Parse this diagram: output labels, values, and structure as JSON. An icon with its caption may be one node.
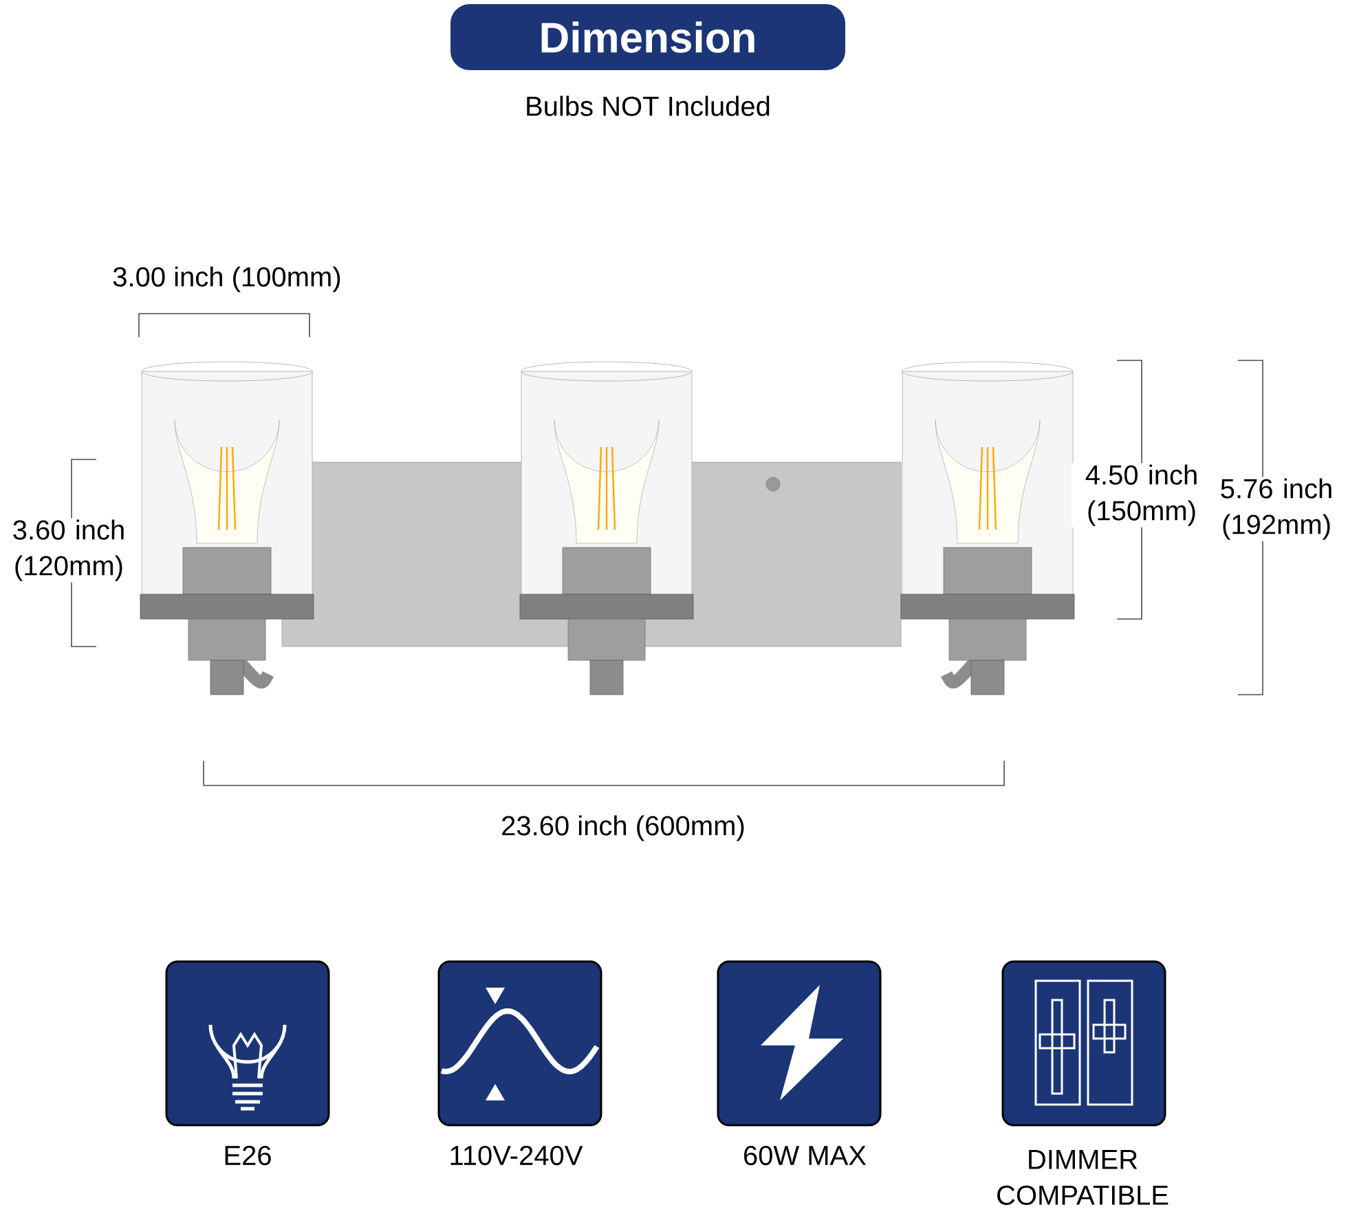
{
  "diagram": {
    "title": "Dimension",
    "labels": [
      "Bulbs NOT Included",
      "3.00 inch (100mm)",
      "3.60 inch (120mm)",
      "4.50 inch (150mm)",
      "5.76 inch (192mm)",
      "23.60 inch (600mm)",
      "E26",
      "110V-240V",
      "60W MAX",
      "DIMMER COMPATIBLE"
    ]
  }
}
